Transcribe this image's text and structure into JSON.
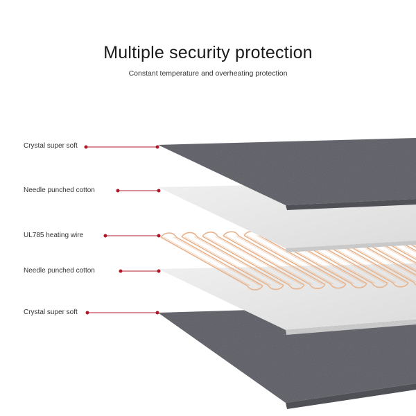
{
  "header": {
    "title": "Multiple security protection",
    "subtitle": "Constant temperature and overheating protection"
  },
  "layers": [
    {
      "label": "Crystal super soft",
      "material": "fleece"
    },
    {
      "label": "Needle punched cotton",
      "material": "cotton"
    },
    {
      "label": "UL785 heating wire",
      "material": "wire"
    },
    {
      "label": "Needle punched cotton",
      "material": "cotton"
    },
    {
      "label": "Crystal super soft",
      "material": "fleece"
    }
  ],
  "colors": {
    "fleece": "#6e7077",
    "fleece_edge": "#4f5157",
    "cotton": "#e6e6e6",
    "cotton_edge": "#c9c9c9",
    "wire": "#e8b48d",
    "leader": "#b0182a"
  }
}
